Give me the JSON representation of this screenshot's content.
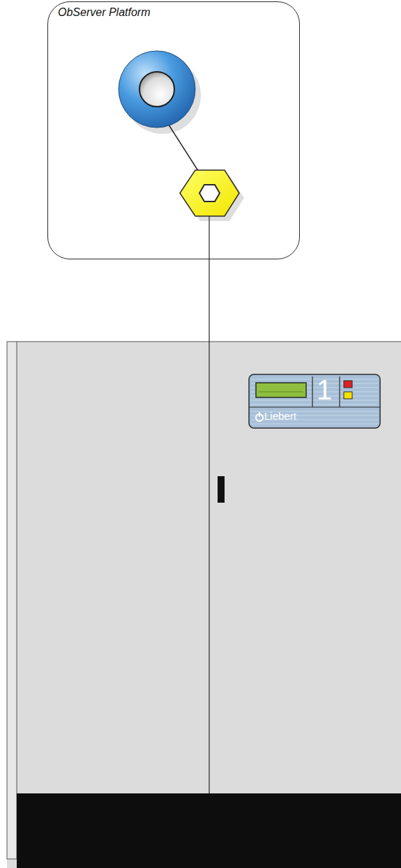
{
  "diagram": {
    "nodes": [
      {
        "text": [
          "ObServer Platform"
        ]
      },
      {
        "text": [
          "1",
          "Liebert"
        ]
      }
    ],
    "edges": [
      {
        "from": 0,
        "to": 1,
        "arrow": "none"
      }
    ]
  }
}
